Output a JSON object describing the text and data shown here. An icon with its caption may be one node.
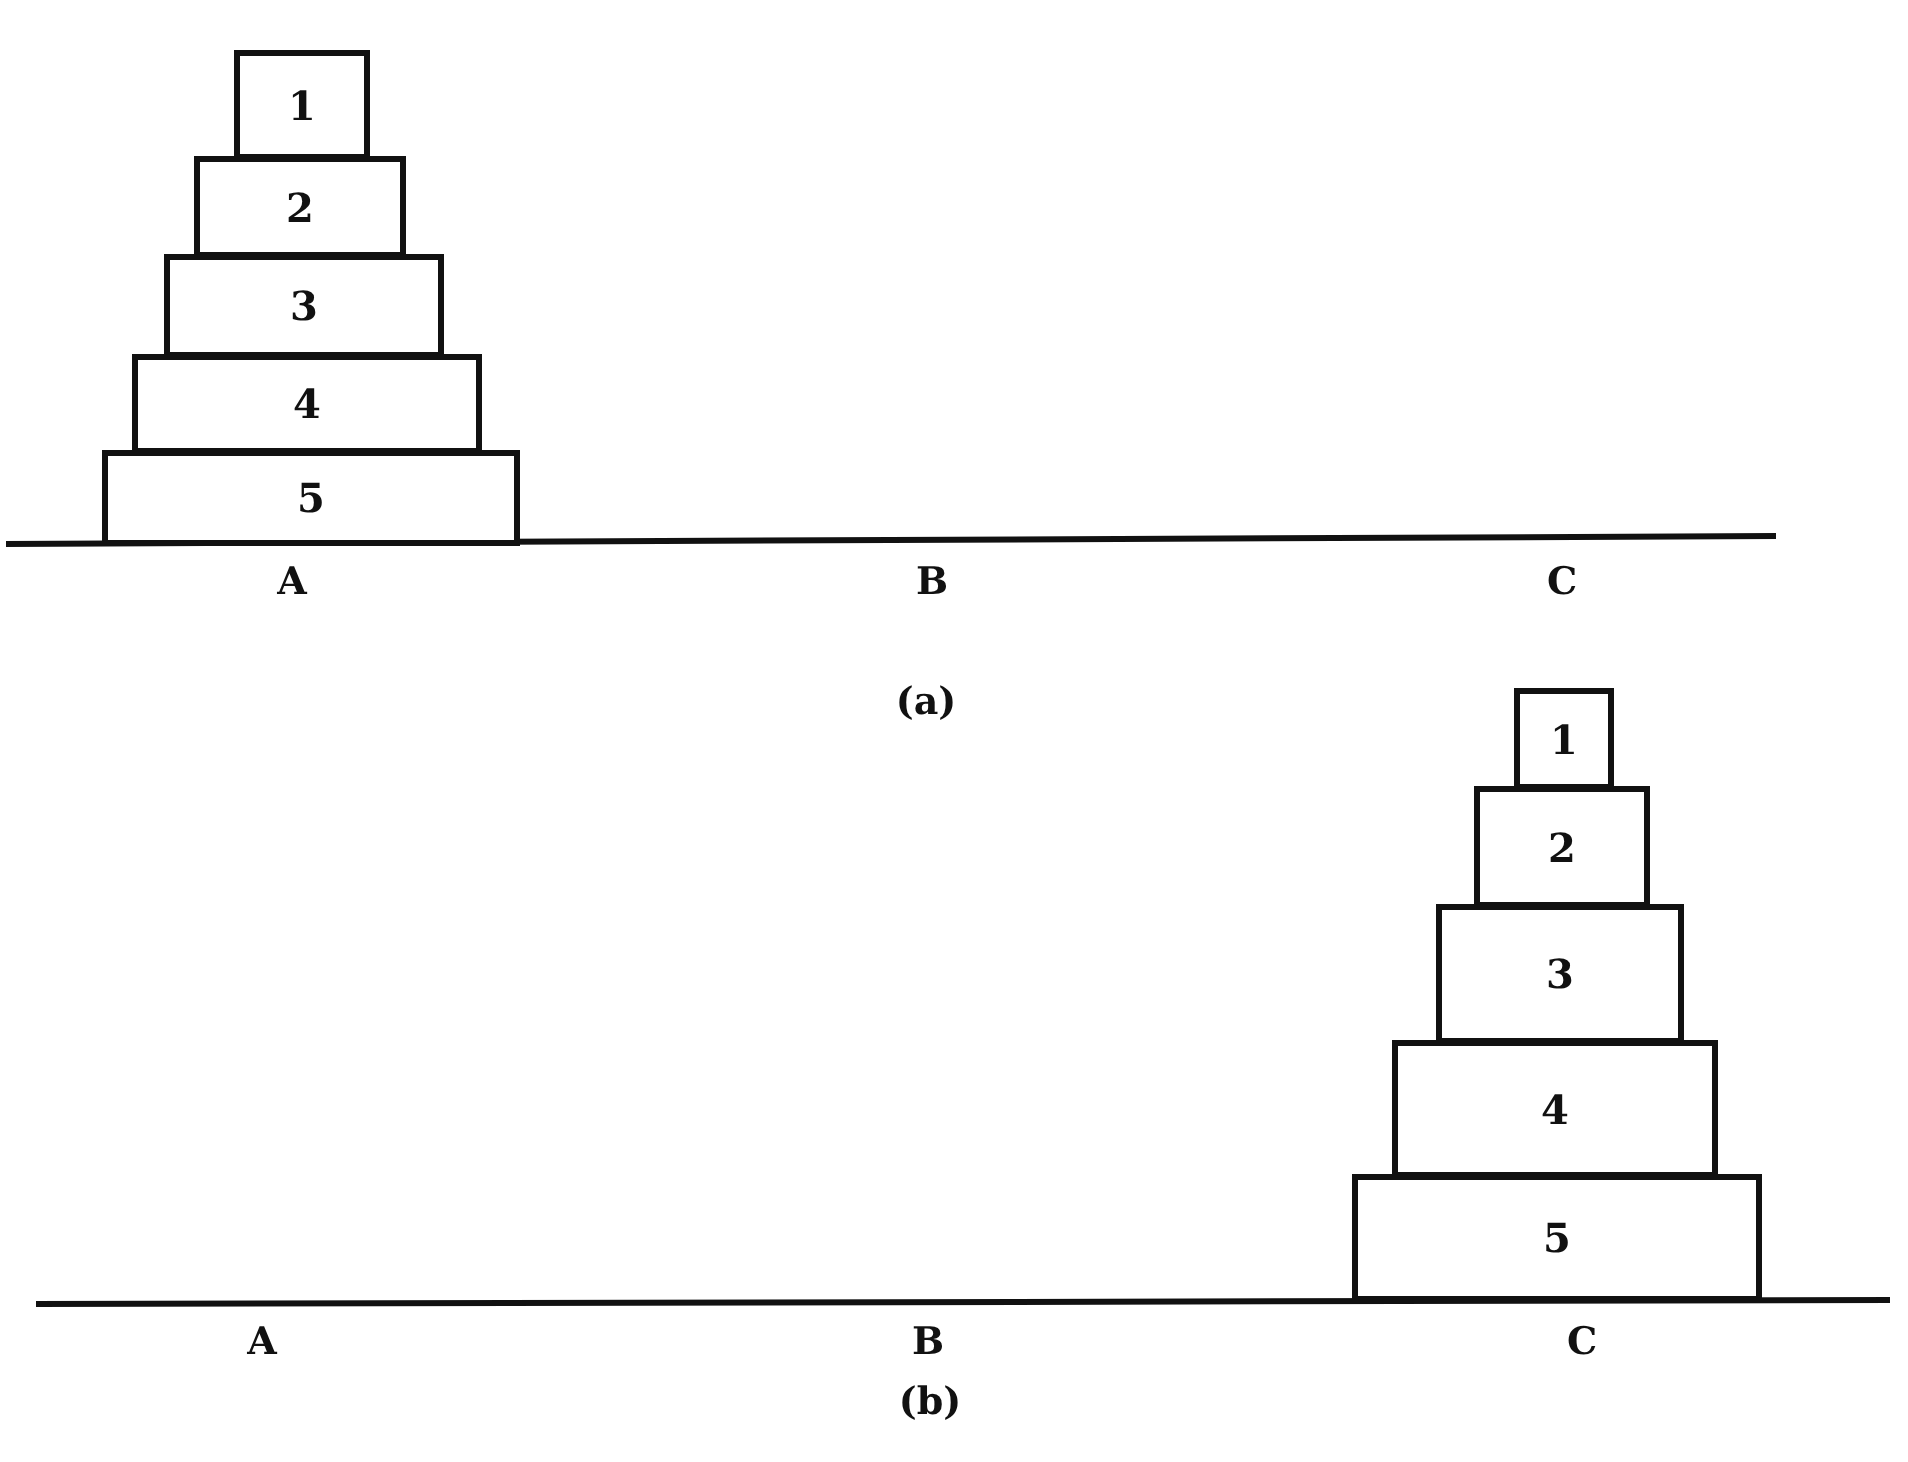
{
  "diagram": {
    "nodes": [
      {
        "text": [
          "1"
        ]
      },
      {
        "text": [
          "2"
        ]
      },
      {
        "text": [
          "3"
        ]
      },
      {
        "text": [
          "4"
        ]
      },
      {
        "text": [
          "5"
        ]
      },
      {
        "text": [
          "1"
        ]
      },
      {
        "text": [
          "2"
        ]
      },
      {
        "text": [
          "3"
        ]
      },
      {
        "text": [
          "4"
        ]
      },
      {
        "text": [
          "5"
        ]
      }
    ],
    "labels": [
      "A",
      "B",
      "C",
      "(a)",
      "A",
      "B",
      "C",
      "(b)"
    ]
  }
}
